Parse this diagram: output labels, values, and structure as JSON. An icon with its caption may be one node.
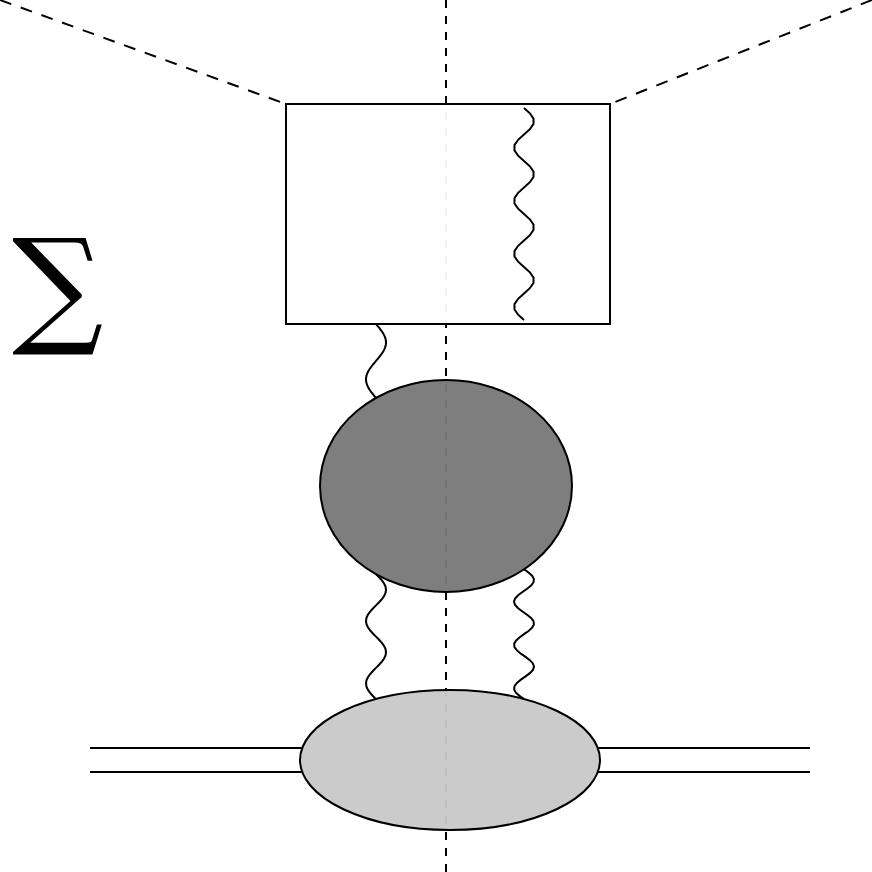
{
  "diagram": {
    "nodes": [
      {
        "text": [],
        "shape": "box"
      },
      {
        "text": [],
        "shape": "circle"
      },
      {
        "text": [],
        "shape": "circle"
      }
    ],
    "edges": [
      {
        "from": null,
        "to": 0,
        "arrow": "none",
        "style": "dashed"
      },
      {
        "from": null,
        "to": 0,
        "arrow": "none",
        "style": "dashed"
      },
      {
        "from": 0,
        "to": 1,
        "arrow": "none"
      },
      {
        "from": 1,
        "to": 2,
        "arrow": "none"
      },
      {
        "from": 1,
        "to": 2,
        "arrow": "none"
      },
      {
        "from": 2,
        "to": null,
        "arrow": "none"
      },
      {
        "from": 2,
        "to": null,
        "arrow": "none"
      }
    ],
    "labels": [
      "∑"
    ]
  }
}
